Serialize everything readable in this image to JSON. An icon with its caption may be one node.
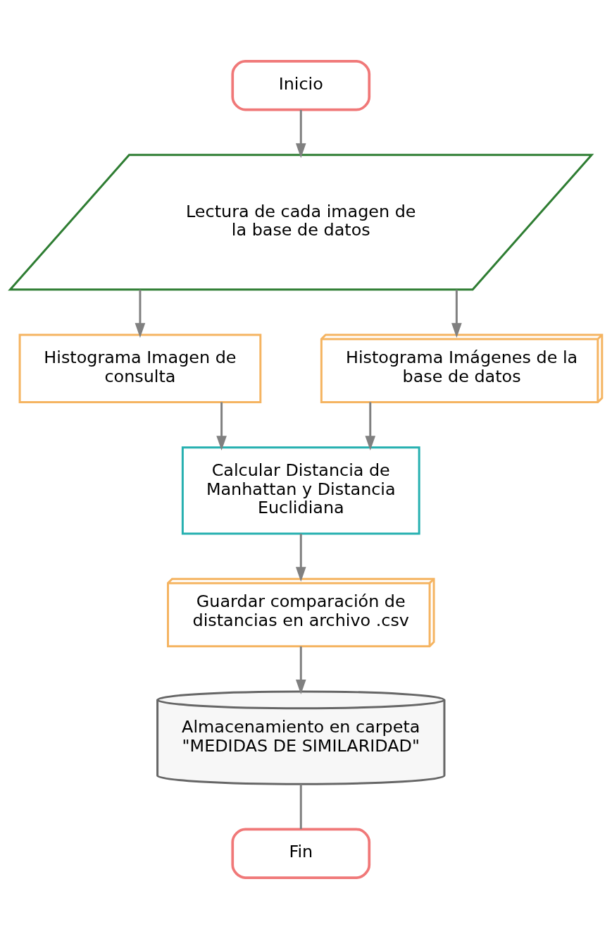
{
  "diagram": {
    "nodes": [
      {
        "text": [
          "Inicio"
        ]
      },
      {
        "text": [
          "Lectura de cada imagen de la base de datos"
        ]
      },
      {
        "text": [
          "Histograma Imagen de consulta"
        ]
      },
      {
        "text": [
          "Histograma Imágenes de la base de datos"
        ]
      },
      {
        "text": [
          "Calcular Distancia de Manhattan y Distancia Euclidiana"
        ]
      },
      {
        "text": [
          "Guardar comparación de distancias en archivo .csv"
        ]
      },
      {
        "text": [
          "Almacenamiento en carpeta \"MEDIDAS DE SIMILARIDAD\""
        ]
      },
      {
        "text": [
          "Fin"
        ]
      }
    ],
    "edges": [
      {
        "from": 0,
        "to": 1,
        "arrow": "to"
      },
      {
        "from": 1,
        "to": 2,
        "arrow": "to"
      },
      {
        "from": 1,
        "to": 3,
        "arrow": "to"
      },
      {
        "from": 2,
        "to": 4,
        "arrow": "to"
      },
      {
        "from": 3,
        "to": 4,
        "arrow": "to"
      },
      {
        "from": 4,
        "to": 5,
        "arrow": "to"
      },
      {
        "from": 5,
        "to": 6,
        "arrow": "to"
      },
      {
        "from": 6,
        "to": 7,
        "arrow": "none"
      }
    ]
  }
}
